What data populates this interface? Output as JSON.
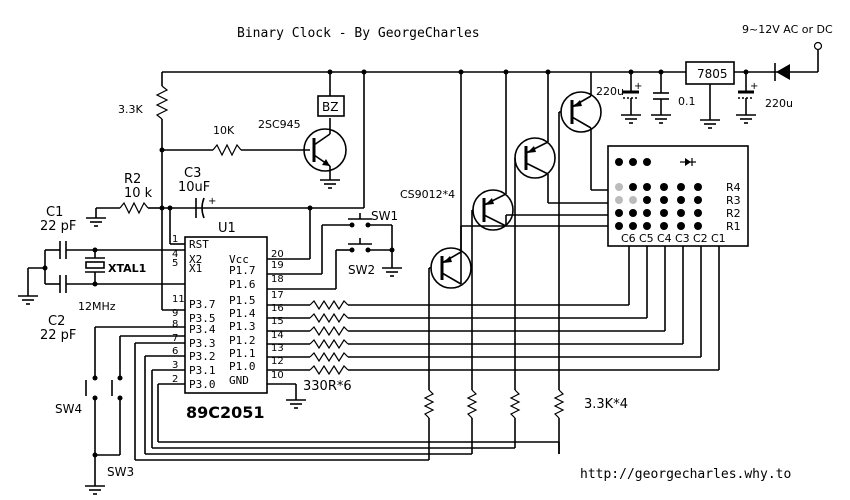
{
  "title": "Binary Clock -    By GeorgeCharles",
  "url": "http://georgecharles.why.to",
  "power": {
    "input": "9~12V AC or DC",
    "regulator": "7805",
    "cap_in": "220u",
    "cap_out1": "220u",
    "cap_out2": "0.1"
  },
  "chip": {
    "name": "89C2051",
    "ref": "U1",
    "left_pins": [
      {
        "num": "1",
        "name": "RST"
      },
      {
        "num": "4",
        "name": "X2"
      },
      {
        "num": "5",
        "name": "X1"
      },
      {
        "num": "11",
        "name": "P3.7"
      },
      {
        "num": "9",
        "name": "P3.5"
      },
      {
        "num": "8",
        "name": "P3.4"
      },
      {
        "num": "7",
        "name": "P3.3"
      },
      {
        "num": "6",
        "name": "P3.2"
      },
      {
        "num": "3",
        "name": "P3.1"
      },
      {
        "num": "2",
        "name": "P3.0"
      }
    ],
    "right_pins": [
      {
        "num": "20",
        "name": "Vcc"
      },
      {
        "num": "19",
        "name": "P1.7"
      },
      {
        "num": "18",
        "name": "P1.6"
      },
      {
        "num": "17",
        "name": "P1.5"
      },
      {
        "num": "16",
        "name": "P1.4"
      },
      {
        "num": "15",
        "name": "P1.3"
      },
      {
        "num": "14",
        "name": "P1.2"
      },
      {
        "num": "13",
        "name": "P1.1"
      },
      {
        "num": "12",
        "name": "P1.0"
      },
      {
        "num": "10",
        "name": "GND"
      }
    ]
  },
  "labels": {
    "r_top": "3.3K",
    "r_base": "10K",
    "transistor": "2SC945",
    "buzzer": "BZ",
    "c3": "C3",
    "c3_val": "10uF",
    "r2": "R2",
    "r2_val": "10 k",
    "c1": "C1",
    "c1_val": "22 pF",
    "c2": "C2",
    "c2_val": "22 pF",
    "xtal": "XTAL1",
    "xtal_freq": "12MHz",
    "sw1": "SW1",
    "sw2": "SW2",
    "sw3": "SW3",
    "sw4": "SW4",
    "pnp": "CS9012*4",
    "r_led": "330R*6",
    "r_pnp": "3.3K*4"
  },
  "matrix": {
    "rows": [
      "R4",
      "R3",
      "R2",
      "R1"
    ],
    "cols": [
      "C6",
      "C5",
      "C4",
      "C3",
      "C2",
      "C1"
    ]
  }
}
